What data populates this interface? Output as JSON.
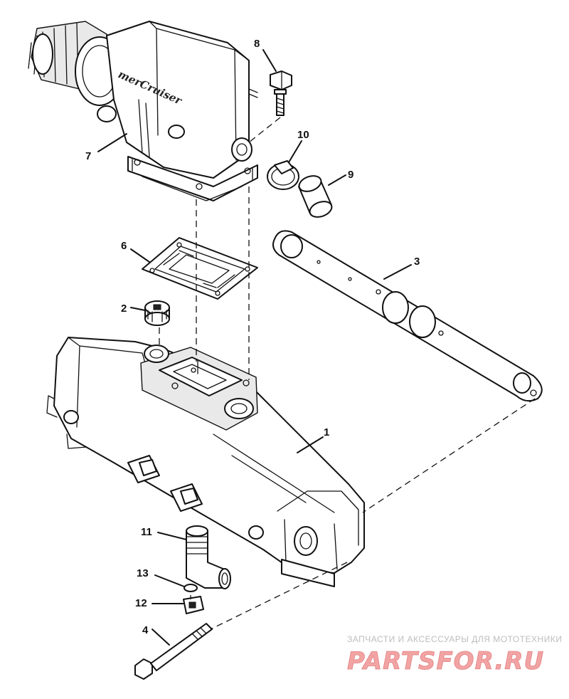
{
  "callouts": {
    "c1": "1",
    "c2": "2",
    "c3": "3",
    "c4": "4",
    "c6": "6",
    "c7": "7",
    "c8": "8",
    "c9": "9",
    "c10": "10",
    "c11": "11",
    "c12": "12",
    "c13": "13"
  },
  "brand_label": "merCruiser",
  "watermark": {
    "tagline": "ЗАПЧАСТИ И АКСЕССУАРЫ ДЛЯ МОТОТЕХНИКИ",
    "site": "PARTSFOR.RU"
  },
  "colors": {
    "line": "#111111",
    "watermark_red": "#f2a4a4"
  }
}
